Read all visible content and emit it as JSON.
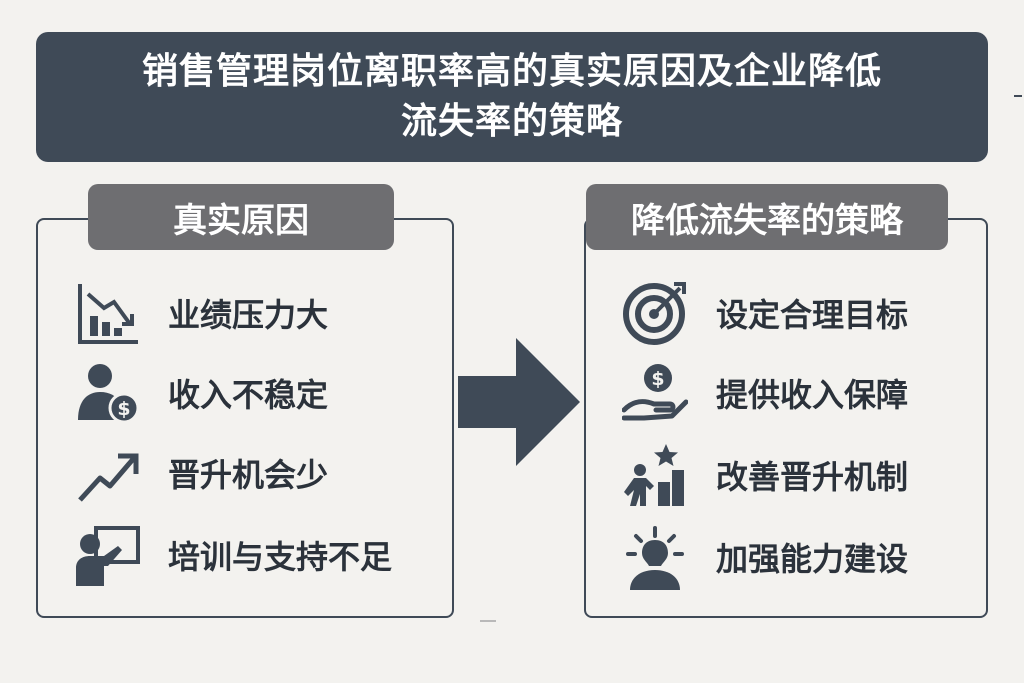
{
  "title": {
    "line1": "销售管理岗位离职率高的真实原因及企业降低",
    "line2": "流失率的策略"
  },
  "left_panel": {
    "header": "真实原因",
    "items": [
      {
        "label": "业绩压力大",
        "icon": "declining-bar-chart-icon"
      },
      {
        "label": "收入不稳定",
        "icon": "person-dollar-icon"
      },
      {
        "label": "晋升机会少",
        "icon": "rising-trend-arrow-icon"
      },
      {
        "label": "培训与支持不足",
        "icon": "presenter-board-icon"
      }
    ]
  },
  "right_panel": {
    "header": "降低流失率的策略",
    "items": [
      {
        "label": "设定合理目标",
        "icon": "target-icon"
      },
      {
        "label": "提供收入保障",
        "icon": "hand-coin-icon"
      },
      {
        "label": "改善晋升机制",
        "icon": "climbing-steps-star-icon"
      },
      {
        "label": "加强能力建设",
        "icon": "lightbulb-person-icon"
      }
    ]
  },
  "colors": {
    "background": "#f3f2ef",
    "banner": "#3f4a57",
    "header_pill": "#6e6e71",
    "icon": "#3f4a57",
    "text": "#2b323b"
  }
}
